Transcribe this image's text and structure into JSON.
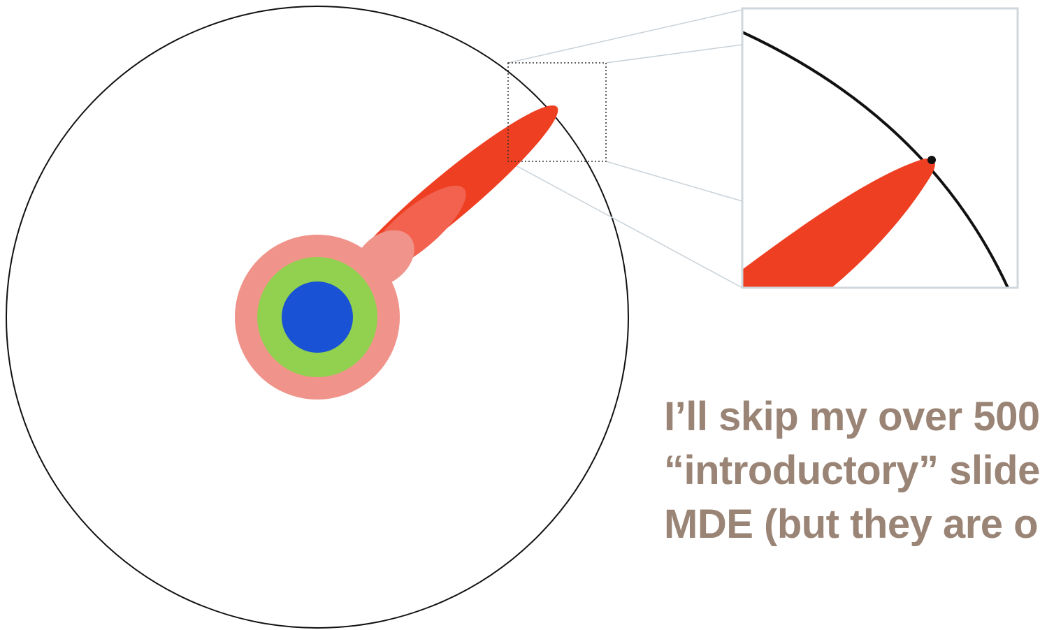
{
  "colors": {
    "circle_stroke": "#111111",
    "zoom_frame": "#d0d7dc",
    "connector_lines": "#c9d2d8",
    "selection_box": "#333333",
    "outer_ring": "#f0938a",
    "middle_ring": "#92d050",
    "core": "#1952d4",
    "streak": "#ee3f22",
    "streak_glow": "#f2624f",
    "caption_text": "#9a8476"
  },
  "caption": {
    "lines": [
      "I’ll skip my over 500",
      "“introductory” slide",
      "MDE (but they are o"
    ]
  }
}
